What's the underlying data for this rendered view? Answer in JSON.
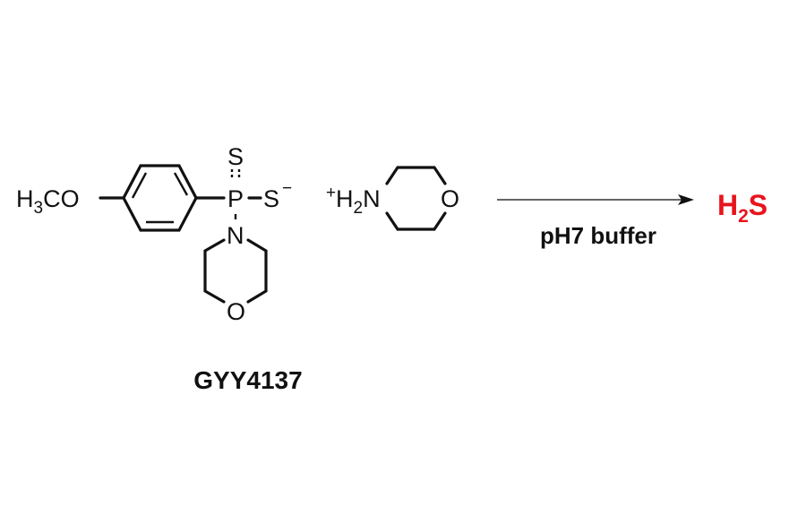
{
  "scheme": {
    "reactant": {
      "name": "GYY4137",
      "substituent_label": "H3CO",
      "substituent_parts": {
        "h": "H",
        "sub": "3",
        "rest": "CO"
      },
      "phosphorus": "P",
      "thio_double": "S",
      "thiolate": "S",
      "thiolate_charge": "−",
      "amide_n": "N",
      "morpholine_o": "O"
    },
    "counterion": {
      "label": "+H2N morpholinium",
      "charge": "+",
      "h": "H",
      "sub": "2",
      "n": "N",
      "o": "O"
    },
    "conditions": "pH7 buffer",
    "product": {
      "label": "H2S",
      "h": "H",
      "sub": "2",
      "s": "S",
      "color": "#e8141c"
    },
    "compound_label": "GYY4137"
  },
  "colors": {
    "ink": "#111111",
    "product": "#e8141c",
    "background": "#ffffff"
  }
}
